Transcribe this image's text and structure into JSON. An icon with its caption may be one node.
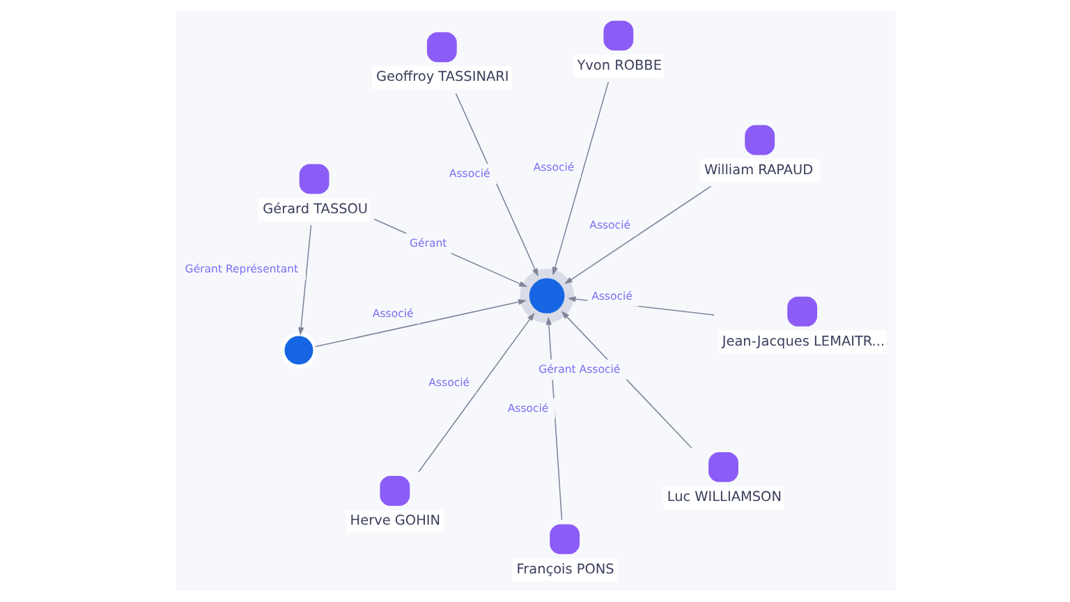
{
  "diagram": {
    "nodes": [
      {
        "text": [
          "Yvon ROBBE"
        ]
      },
      {
        "text": [
          "François PONS"
        ]
      },
      {
        "text": [
          "Luc WILLIAMSON"
        ]
      },
      {
        "text": [],
        "shape": "circle"
      },
      {
        "text": [],
        "shape": "circle"
      },
      {
        "text": [
          "Herve GOHIN"
        ]
      },
      {
        "text": [
          "William RAPAUD"
        ]
      },
      {
        "text": [
          "Geoffroy TASSINARI"
        ]
      },
      {
        "text": [
          "Gérard TASSOU"
        ]
      },
      {
        "text": [
          "Jean-Jacques LEMAITR..."
        ]
      }
    ],
    "edges": [
      {
        "from": 0,
        "to": 4,
        "arrow": "to",
        "label": "Associé"
      },
      {
        "from": 1,
        "to": 4,
        "arrow": "to",
        "label": "Associé"
      },
      {
        "from": 2,
        "to": 4,
        "arrow": "to",
        "label": "Gérant Associé"
      },
      {
        "from": 3,
        "to": 4,
        "arrow": "to",
        "label": "Associé"
      },
      {
        "from": 5,
        "to": 4,
        "arrow": "to",
        "label": "Associé"
      },
      {
        "from": 8,
        "to": 3,
        "arrow": "to",
        "label": "Gérant Représentant"
      },
      {
        "from": 6,
        "to": 4,
        "arrow": "to",
        "label": "Associé"
      },
      {
        "from": 7,
        "to": 4,
        "arrow": "to",
        "label": "Associé"
      },
      {
        "from": 8,
        "to": 4,
        "arrow": "to",
        "label": "Gérant"
      },
      {
        "from": 9,
        "to": 4,
        "arrow": "to",
        "label": "Associé"
      }
    ]
  }
}
